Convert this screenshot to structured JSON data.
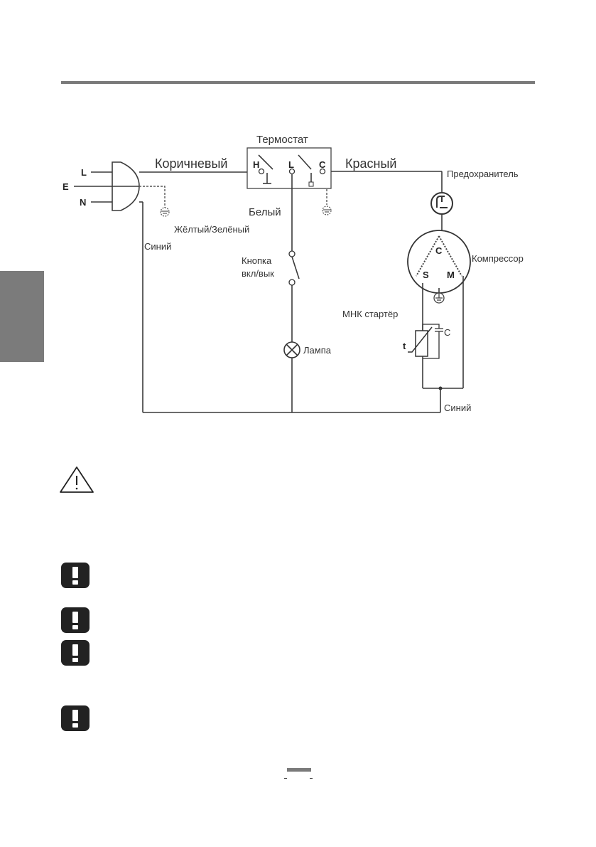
{
  "labels": {
    "thermostat": "Термостат",
    "brown": "Коричневый",
    "red": "Красный",
    "fuse": "Предохранитель",
    "white": "Белый",
    "yellow_green": "Жёлтый/Зелёный",
    "blue_left": "Синий",
    "switch_line1": "Кнопка",
    "switch_line2": "вкл/вык",
    "lamp": "Лампа",
    "compressor": "Компрессор",
    "starter": "МНК стартёр",
    "blue_bottom": "Синий"
  },
  "plug_pins": {
    "l": "L",
    "e": "E",
    "n": "N"
  },
  "thermostat_pins": {
    "h": "H",
    "l": "L",
    "c": "C"
  },
  "compressor_pins": {
    "c": "C",
    "s": "S",
    "m": "M"
  },
  "starter_marks": {
    "t": "t",
    "c": "C"
  },
  "colors": {
    "rule": "#7a7a7a",
    "tab": "#7b7b7b",
    "notice_icon": "#222222"
  }
}
